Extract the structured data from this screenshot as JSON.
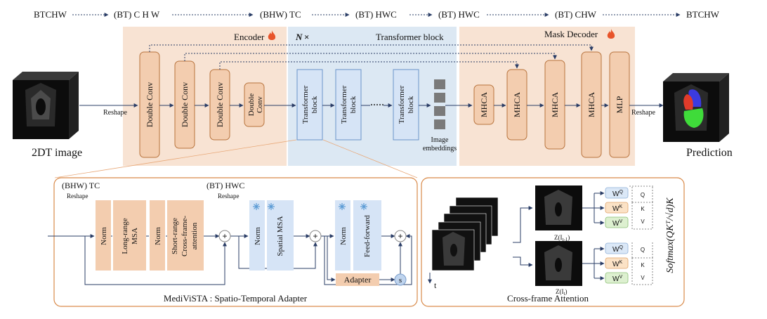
{
  "shapes": [
    "BTCHW",
    "(BT) C H W",
    "(BHW) TC",
    "(BT) HWC",
    "(BT) HWC",
    "(BT) CHW",
    "BTCHW"
  ],
  "top": {
    "encoder_label": "Encoder",
    "transformer_n": "N",
    "transformer_times": "×",
    "transformer_label": "Transformer block",
    "decoder_label": "Mask Decoder",
    "input_label": "2DT image",
    "output_label": "Prediction",
    "reshape_in": "Reshape",
    "reshape_out": "Reshape",
    "enc_blocks": [
      "Double Conv",
      "Double Conv",
      "Double Conv",
      "Double Conv"
    ],
    "enc_small_lines": [
      "Double",
      "Conv"
    ],
    "tf_blocks": [
      [
        "Transformer",
        "block"
      ],
      [
        "Transformer",
        "block"
      ],
      [
        "Transformer",
        "block"
      ]
    ],
    "ellipsis": "·····",
    "embed_label": [
      "Image",
      "embeddings"
    ],
    "dec_blocks": [
      "MHCA",
      "MHCA",
      "MHCA",
      "MHCA",
      "MLP"
    ]
  },
  "adapter": {
    "shape_left": "(BHW) TC",
    "shape_mid": "(BT) HWC",
    "reshape_1": "Reshape",
    "reshape_2": "Reshape",
    "norm": "Norm",
    "long_msa": [
      "Long-range",
      "MSA"
    ],
    "short_attn": [
      "Short-range",
      "Cross-frame-",
      "attention"
    ],
    "spatial_msa": "Spatial MSA",
    "feed_forward": "Feed-forward",
    "adapter_label": "Adapter",
    "scale": "s",
    "plus": "+",
    "caption": "MediViSTA : Spatio-Temporal Adapter"
  },
  "crossframe": {
    "time_axis": "t",
    "z_prev": "Z(I",
    "z_prev_sub": "t-1",
    "z_curr": "Z(I",
    "z_curr_sub": "t",
    "w_labels": [
      "Q",
      "K",
      "V"
    ],
    "qkv": [
      "Q",
      "K",
      "V"
    ],
    "softmax": "Softmax(QKᵀ/√d)K",
    "caption": "Cross-frame Attention"
  },
  "colors": {
    "encoder_bg": "#F8E3D3",
    "transformer_bg": "#DCE8F3",
    "decoder_bg": "#F8E3D3",
    "orange_block": "#F3CDAF",
    "orange_border": "#B8743E",
    "blue_block": "#D6E4F6",
    "blue_border": "#6A93C9",
    "panel_border": "#D98B4B",
    "arrow": "#2A3D66",
    "wq_fill": "#DBE8F7",
    "wk_fill": "#FBE2C6",
    "wv_fill": "#DDF0D0"
  },
  "icons": [
    "fire-icon",
    "snowflake-icon"
  ]
}
